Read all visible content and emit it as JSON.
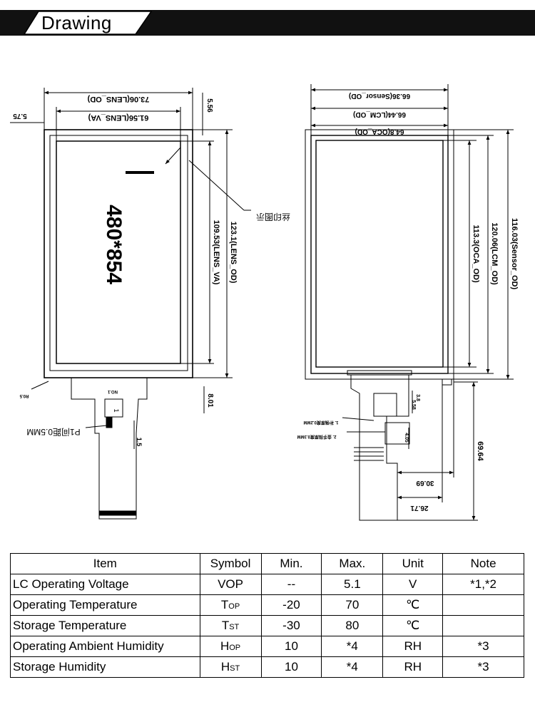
{
  "section_title": "Drawing",
  "drawing": {
    "front": {
      "resolution_label": "480*854",
      "dim_top_outer": "73.06(LENS_OD)",
      "dim_top_inner": "61.56(LENS_VA)",
      "dim_left_small": "5.75",
      "dim_right_small": "5.56",
      "dim_height_inner": "109.53(LENS_VA)",
      "dim_height_outer": "123.1(LENS_OD)",
      "dim_bottom_small": "8.01",
      "print_note": "丝印图示",
      "connector_note": "P1间距0.5MM",
      "tail_dim": "1.5",
      "tail_marker": "1",
      "corner_note": "R0.5",
      "fpc_label": "NO.1"
    },
    "back": {
      "dim_sensor_od": "66.36(Sensor_OD)",
      "dim_lcm_od": "66.44(LCM_OD)",
      "dim_oca_od": "64.8(OCA_OD)",
      "dim_height_oca": "113.3(OCA_OD)",
      "dim_height_lcm": "120.06(LCM_OD)",
      "dim_height_sensor": "116.03(Sensor_OD)",
      "dim_fpc_length": "69.64",
      "dim_fpc_w1": "30.69",
      "dim_fpc_w2": "26.71",
      "dim_small_a": "3.8",
      "dim_small_b": "5.58",
      "dim_small_c": "4.05",
      "note_a": "1. 补强厚度0.2MM",
      "note_b": "2. 金手指厚度0.3MM"
    }
  },
  "table": {
    "headers": [
      "Item",
      "Symbol",
      "Min.",
      "Max.",
      "Unit",
      "Note"
    ],
    "rows": [
      {
        "item": "LC Operating Voltage",
        "symbol": "VOP",
        "symbol_main": "",
        "symbol_sub": "",
        "min": "--",
        "max": "5.1",
        "unit": "V",
        "note": "*1,*2"
      },
      {
        "item": "Operating Temperature",
        "symbol": "",
        "symbol_main": "T",
        "symbol_sub": "OP",
        "min": "-20",
        "max": "70",
        "unit": "℃",
        "note": ""
      },
      {
        "item": "Storage Temperature",
        "symbol": "",
        "symbol_main": "T",
        "symbol_sub": "ST",
        "min": "-30",
        "max": "80",
        "unit": "℃",
        "note": ""
      },
      {
        "item": "Operating Ambient Humidity",
        "symbol": "",
        "symbol_main": "H",
        "symbol_sub": "OP",
        "min": "10",
        "max": "*4",
        "unit": "RH",
        "note": "*3"
      },
      {
        "item": "Storage Humidity",
        "symbol": "",
        "symbol_main": "H",
        "symbol_sub": "ST",
        "min": "10",
        "max": "*4",
        "unit": "RH",
        "note": "*3"
      }
    ]
  }
}
